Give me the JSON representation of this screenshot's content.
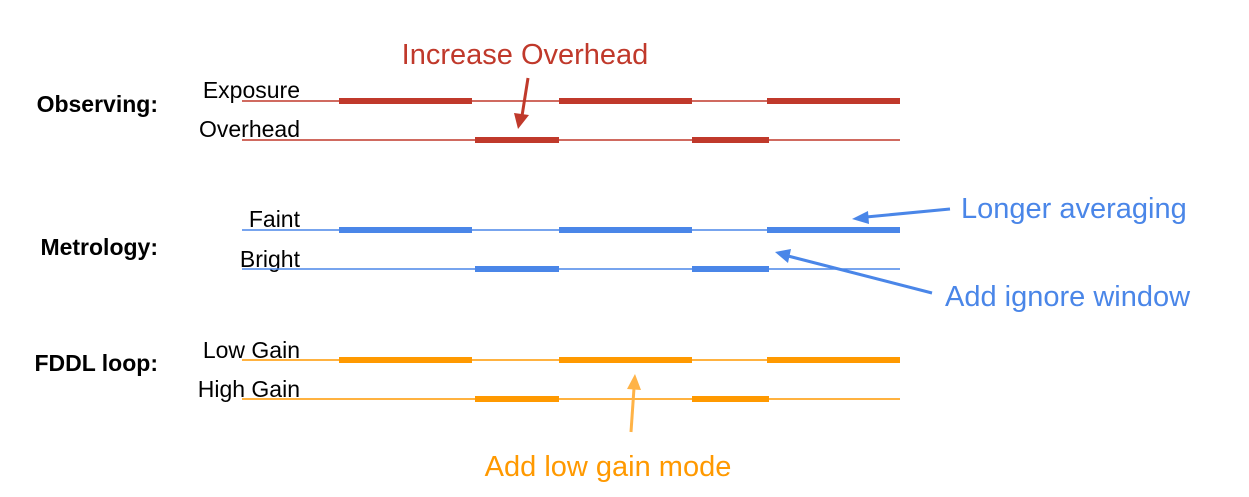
{
  "colors": {
    "observing": "#c0392b",
    "metrology": "#4a86e8",
    "fddl": "#ff9900",
    "text": "#000000"
  },
  "groups": [
    {
      "key": "observing",
      "label": "Observing:",
      "tracks": [
        {
          "label": "Exposure",
          "phase": "on"
        },
        {
          "label": "Overhead",
          "phase": "off"
        }
      ]
    },
    {
      "key": "metrology",
      "label": "Metrology:",
      "tracks": [
        {
          "label": "Faint",
          "phase": "on"
        },
        {
          "label": "Bright",
          "phase": "off"
        }
      ]
    },
    {
      "key": "fddl",
      "label": "FDDL loop:",
      "tracks": [
        {
          "label": "Low Gain",
          "phase": "on"
        },
        {
          "label": "High Gain",
          "phase": "off"
        }
      ]
    }
  ],
  "annotations": {
    "increase_overhead": "Increase Overhead",
    "longer_averaging": "Longer averaging",
    "add_ignore_window": "Add ignore window",
    "add_low_gain_mode": "Add low gain mode"
  }
}
